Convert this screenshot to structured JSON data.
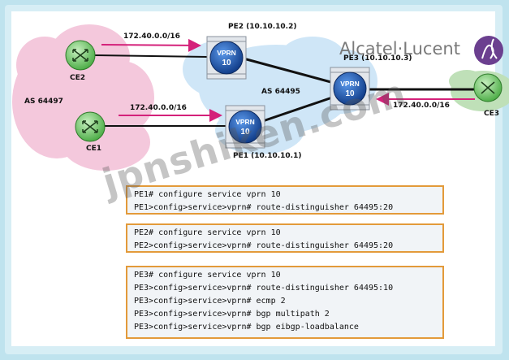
{
  "logo": {
    "text": "Alcatel·Lucent"
  },
  "watermark": "jpnshiken.com",
  "regions": {
    "left_as": "AS 64497",
    "core_as": "AS 64495"
  },
  "routers": {
    "pe1": {
      "label": "PE1 (10.10.10.1)",
      "service": "VPRN",
      "id": "10"
    },
    "pe2": {
      "label": "PE2 (10.10.10.2)",
      "service": "VPRN",
      "id": "10"
    },
    "pe3": {
      "label": "PE3 (10.10.10.3)",
      "service": "VPRN",
      "id": "10"
    },
    "ce1": {
      "label": "CE1"
    },
    "ce2": {
      "label": "CE2"
    },
    "ce3": {
      "label": "CE3"
    }
  },
  "prefixes": {
    "ce2_to_pe2": "172.40.0.0/16",
    "ce1_to_pe1": "172.40.0.0/16",
    "ce3_to_pe3": "172.40.0.0/16"
  },
  "config_blocks": [
    {
      "lines": [
        "PE1# configure service vprn 10",
        "PE1>config>service>vprn# route-distinguisher 64495:20"
      ]
    },
    {
      "lines": [
        "PE2# configure service vprn 10",
        "PE2>config>service>vprn# route-distinguisher 64495:20"
      ]
    },
    {
      "lines": [
        "PE3# configure service vprn 10",
        "PE3>config>service>vprn# route-distinguisher 64495:10",
        "PE3>config>service>vprn# ecmp 2",
        "PE3>config>service>vprn# bgp multipath 2",
        "PE3>config>service>vprn# bgp eibgp-loadbalance"
      ]
    }
  ],
  "colors": {
    "left_cloud": "#f4c8dc",
    "core_cloud": "#cfe6f7",
    "right_cloud": "#bfe0b8",
    "arrow": "#d4217a",
    "vprn_fill": "#1f5fbf",
    "ce_fill": "#6fc46a",
    "config_border": "#e39a3a"
  }
}
